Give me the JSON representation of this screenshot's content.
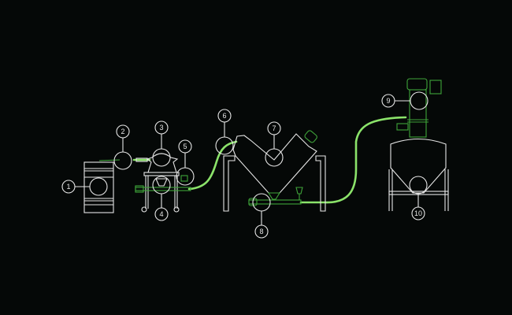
{
  "diagram": {
    "title": "Powder conveying process line",
    "colors": {
      "background": "#050807",
      "line": "#e6e6e6",
      "equipment_green": "#3fa53a",
      "hose": "#8be36a"
    },
    "callouts": [
      {
        "label": "1"
      },
      {
        "label": "2"
      },
      {
        "label": "3"
      },
      {
        "label": "4"
      },
      {
        "label": "5"
      },
      {
        "label": "6"
      },
      {
        "label": "7"
      },
      {
        "label": "8"
      },
      {
        "label": "9"
      },
      {
        "label": "10"
      }
    ]
  }
}
